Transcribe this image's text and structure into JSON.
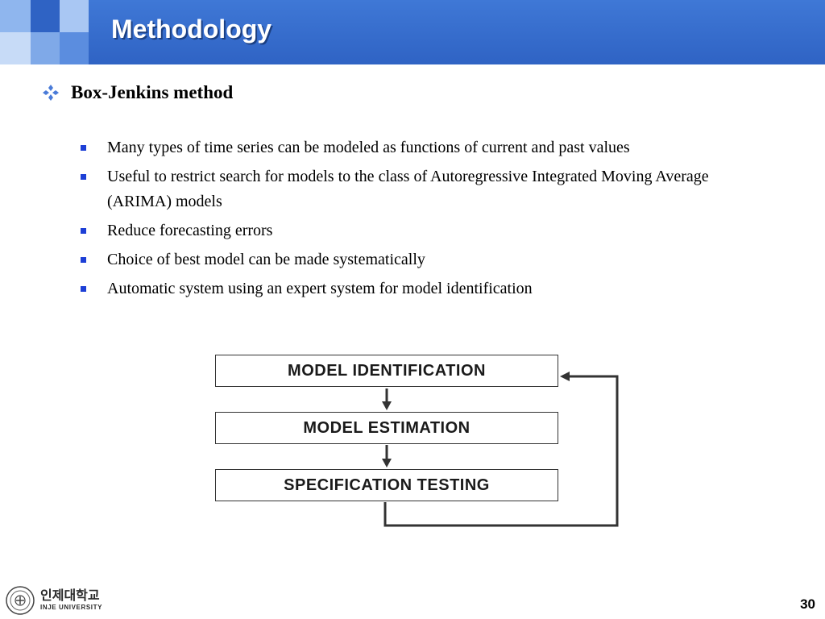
{
  "slide": {
    "title": "Methodology",
    "main_bullet": "Box-Jenkins method",
    "bullets": [
      "Many types of time series can be modeled as functions of current and past values",
      "Useful to restrict search for models to the class of Autoregressive Integrated Moving Average (ARIMA) models",
      "Reduce forecasting errors",
      "Choice of best model can be made systematically",
      "Automatic system using an expert system for model identification"
    ],
    "page_number": "30"
  },
  "diagram": {
    "steps": [
      "MODEL IDENTIFICATION",
      "MODEL ESTIMATION",
      "SPECIFICATION TESTING"
    ]
  },
  "logo": {
    "korean": "인제대학교",
    "english": "INJE UNIVERSITY"
  },
  "colors": {
    "header": "#2f63c4",
    "bullet": "#1d3fd6"
  },
  "icons": {
    "main_bullet": "four-diamond-icon",
    "sub_bullet": "square-bullet-icon"
  }
}
